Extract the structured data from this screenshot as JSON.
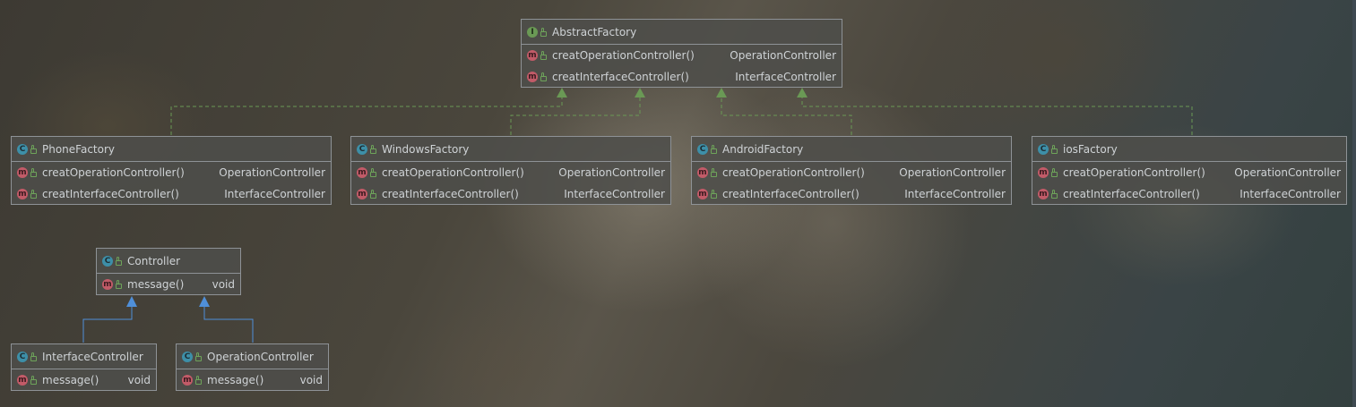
{
  "colors": {
    "realization_edge": "#6a9955",
    "generalization_edge": "#4f8fd9",
    "class_badge": "#3d8fa8",
    "interface_badge": "#6a9955",
    "method_badge": "#c25b68"
  },
  "abstract_factory": {
    "name": "AbstractFactory",
    "badge": "I",
    "members": [
      {
        "badge": "m",
        "name": "creatOperationController()",
        "type": "OperationController"
      },
      {
        "badge": "m",
        "name": "creatInterfaceController()",
        "type": "InterfaceController"
      }
    ]
  },
  "factories": [
    {
      "name": "PhoneFactory",
      "badge": "C",
      "members": [
        {
          "badge": "m",
          "name": "creatOperationController()",
          "type": "OperationController"
        },
        {
          "badge": "m",
          "name": "creatInterfaceController()",
          "type": "InterfaceController"
        }
      ]
    },
    {
      "name": "WindowsFactory",
      "badge": "C",
      "members": [
        {
          "badge": "m",
          "name": "creatOperationController()",
          "type": "OperationController"
        },
        {
          "badge": "m",
          "name": "creatInterfaceController()",
          "type": "InterfaceController"
        }
      ]
    },
    {
      "name": "AndroidFactory",
      "badge": "C",
      "members": [
        {
          "badge": "m",
          "name": "creatOperationController()",
          "type": "OperationController"
        },
        {
          "badge": "m",
          "name": "creatInterfaceController()",
          "type": "InterfaceController"
        }
      ]
    },
    {
      "name": "iosFactory",
      "badge": "C",
      "members": [
        {
          "badge": "m",
          "name": "creatOperationController()",
          "type": "OperationController"
        },
        {
          "badge": "m",
          "name": "creatInterfaceController()",
          "type": "InterfaceController"
        }
      ]
    }
  ],
  "controller": {
    "name": "Controller",
    "badge": "C",
    "members": [
      {
        "badge": "m",
        "name": "message()",
        "type": "void"
      }
    ]
  },
  "controllers": [
    {
      "name": "InterfaceController",
      "badge": "C",
      "members": [
        {
          "badge": "m",
          "name": "message()",
          "type": "void"
        }
      ]
    },
    {
      "name": "OperationController",
      "badge": "C",
      "members": [
        {
          "badge": "m",
          "name": "message()",
          "type": "void"
        }
      ]
    }
  ]
}
